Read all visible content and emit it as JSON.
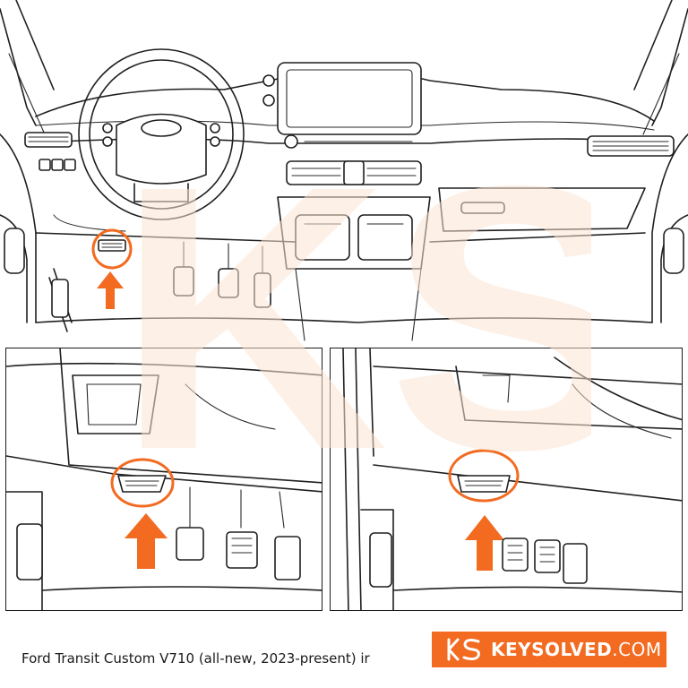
{
  "caption": "Ford Transit Custom V710 (all-new, 2023-present) ir",
  "brand": {
    "name": "KEYSOLVED",
    "domain": ".COM",
    "logo_text": "KS"
  },
  "colors": {
    "accent": "#f26b21",
    "watermark": "#fbe3d3",
    "ink": "#1f1f1f"
  },
  "watermark_text": "KS",
  "icons": {
    "arrow": "up-arrow-icon",
    "highlight": "obd-port-highlight-circle"
  }
}
